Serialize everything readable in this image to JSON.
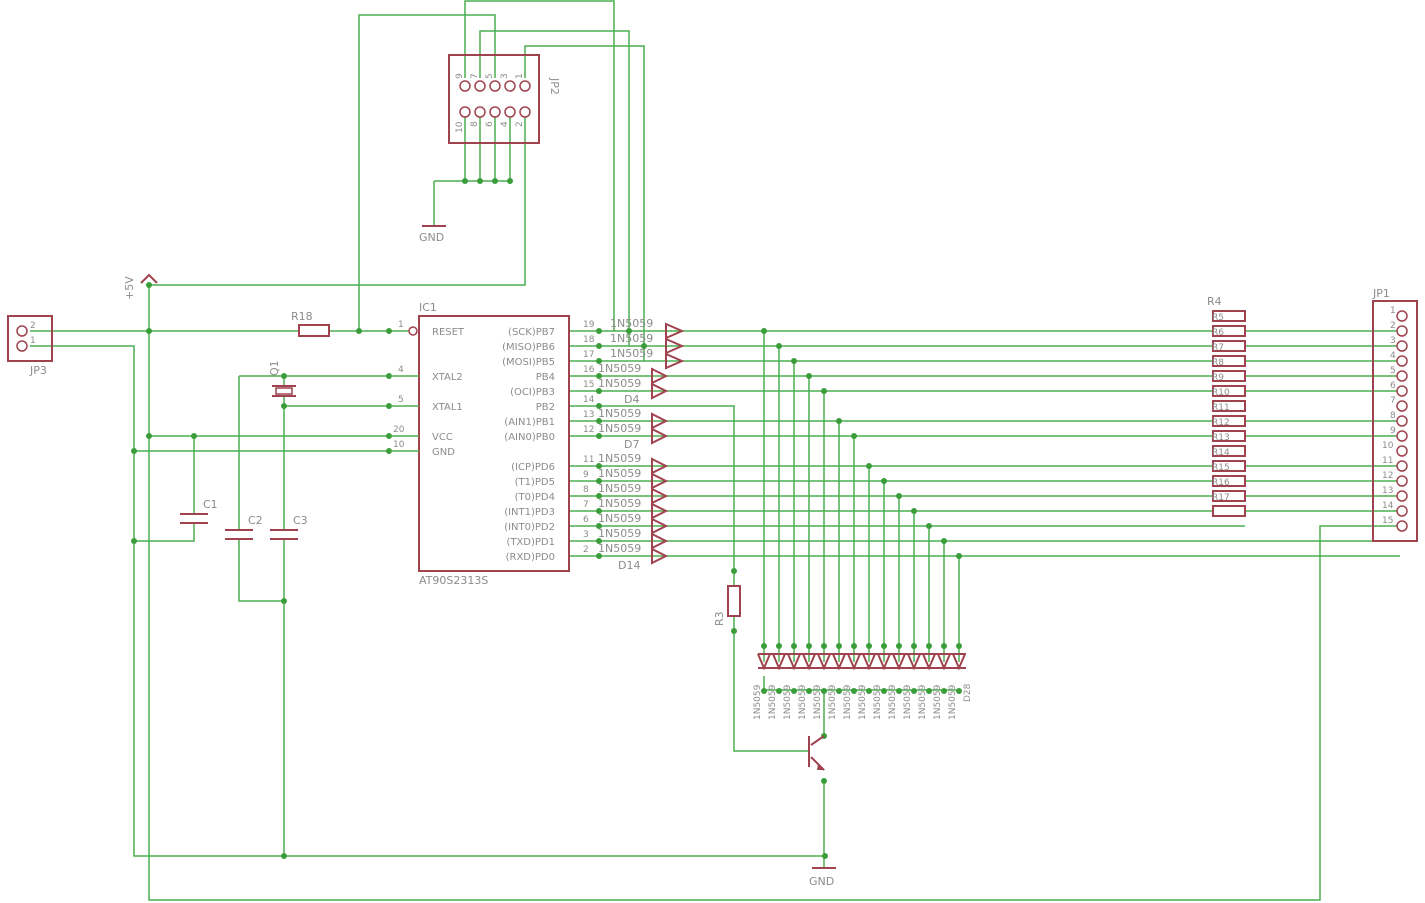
{
  "labels": {
    "jp1": "JP1",
    "jp2": "JP2",
    "jp3": "JP3",
    "ic1": "IC1",
    "ic_part": "AT90S2313S",
    "r18": "R18",
    "r3": "R3",
    "r4": "R4",
    "q1": "Q1",
    "c1": "C1",
    "c2": "C2",
    "c3": "C3",
    "vcc_sym": "+5V",
    "gnd_top": "GND",
    "gnd_bottom": "GND",
    "d4": "D4",
    "d7": "D7",
    "d14": "D14",
    "d28": "D28"
  },
  "ic_pins_left": [
    {
      "num": "1",
      "name": "RESET"
    },
    {
      "num": "4",
      "name": "XTAL2"
    },
    {
      "num": "5",
      "name": "XTAL1"
    },
    {
      "num": "20",
      "name": "VCC"
    },
    {
      "num": "10",
      "name": "GND"
    }
  ],
  "ic_pins_right": [
    {
      "num": "19",
      "name": "(SCK)PB7"
    },
    {
      "num": "18",
      "name": "(MISO)PB6"
    },
    {
      "num": "17",
      "name": "(MOSI)PB5"
    },
    {
      "num": "16",
      "name": "PB4"
    },
    {
      "num": "15",
      "name": "(OCI)PB3"
    },
    {
      "num": "14",
      "name": "PB2"
    },
    {
      "num": "13",
      "name": "(AIN1)PB1"
    },
    {
      "num": "12",
      "name": "(AIN0)PB0"
    },
    {
      "num": "11",
      "name": "(ICP)PD6"
    },
    {
      "num": "9",
      "name": "(T1)PD5"
    },
    {
      "num": "8",
      "name": "(T0)PD4"
    },
    {
      "num": "7",
      "name": "(INT1)PD3"
    },
    {
      "num": "6",
      "name": "(INT0)PD2"
    },
    {
      "num": "3",
      "name": "(TXD)PD1"
    },
    {
      "num": "2",
      "name": "(RXD)PD0"
    }
  ],
  "diode_part": "1N5059",
  "jp1_pins": [
    "1",
    "2",
    "3",
    "4",
    "5",
    "6",
    "7",
    "8",
    "9",
    "10",
    "11",
    "12",
    "13",
    "14",
    "15"
  ],
  "resistor_labels": [
    "R5",
    "R6",
    "R7",
    "R8",
    "R9",
    "R10",
    "R11",
    "R12",
    "R13",
    "R14",
    "R15",
    "R16",
    "R17"
  ],
  "jp2_top_pins": [
    "9",
    "7",
    "5",
    "3",
    "1"
  ],
  "jp2_bottom_pins": [
    "10",
    "8",
    "6",
    "4",
    "2"
  ],
  "jp3_pins": [
    "2",
    "1"
  ],
  "colors": {
    "component": "#a0434f",
    "wire": "#4caf50",
    "junction": "#3a9d3a",
    "text": "#8c8c8c"
  }
}
